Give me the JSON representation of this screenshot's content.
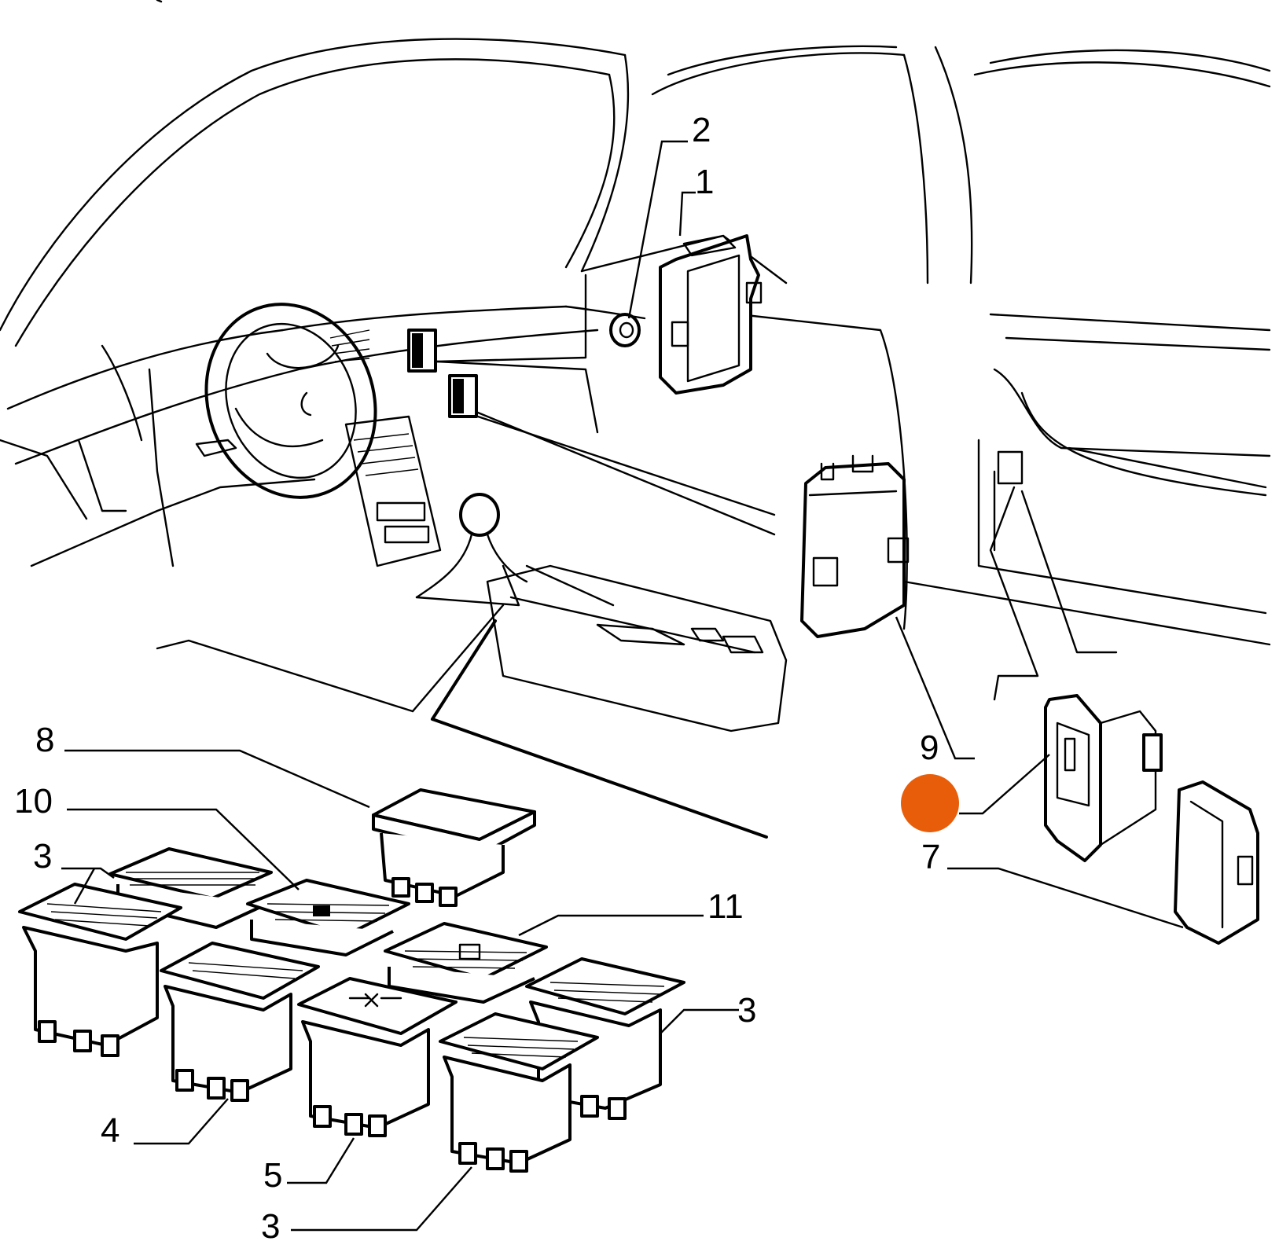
{
  "callouts": [
    {
      "id": "c1",
      "text": "1"
    },
    {
      "id": "c2",
      "text": "2"
    },
    {
      "id": "c3a",
      "text": "3"
    },
    {
      "id": "c3b",
      "text": "3"
    },
    {
      "id": "c3c",
      "text": "3"
    },
    {
      "id": "c4",
      "text": "4"
    },
    {
      "id": "c5",
      "text": "5"
    },
    {
      "id": "c7",
      "text": "7"
    },
    {
      "id": "c8",
      "text": "8"
    },
    {
      "id": "c9",
      "text": "9"
    },
    {
      "id": "c10",
      "text": "10"
    },
    {
      "id": "c11",
      "text": "11"
    }
  ],
  "marker": {
    "color": "#e85d0a"
  }
}
